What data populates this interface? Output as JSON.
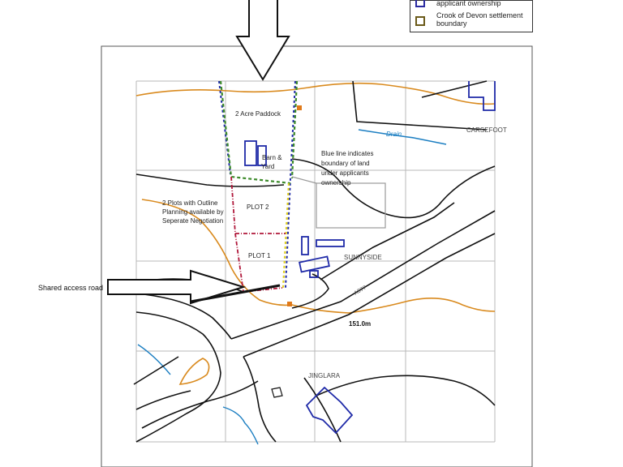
{
  "legend": {
    "items": [
      {
        "label": "applicant ownership",
        "color": "#2a2aa0"
      },
      {
        "label": "Crook of Devon settlement boundary",
        "color": "#6b5a1a"
      }
    ]
  },
  "map": {
    "labels": {
      "paddock": "2 Acre Paddock",
      "barn": "Barn &",
      "yard": "Yard",
      "plot2": "PLOT 2",
      "plot1": "PLOT 1",
      "outline1": "2 Plots with Outline",
      "outline2": "Planning available by",
      "outline3": "Seperate Negotiation",
      "blue1": "Blue line indicates",
      "blue2": "boundary of land",
      "blue3": "under applicants",
      "blue4": "ownership",
      "drain": "Drain",
      "carsefoot": "CARSEFOOT",
      "sunnyside": "SUNNYSIDE",
      "road": "A977",
      "elev": "151.0m",
      "jinglara": "JINGLARA",
      "shared_access": "Shared access road"
    },
    "colors": {
      "grid": "#b8b8b8",
      "road": "#111111",
      "stream": "#d98a1e",
      "drain": "#1d7fc2",
      "applicant": "#1f2aa8",
      "plot_boundary": "#b0173a",
      "settlement": "#3c8a2a",
      "yellow": "#e0d020"
    }
  }
}
